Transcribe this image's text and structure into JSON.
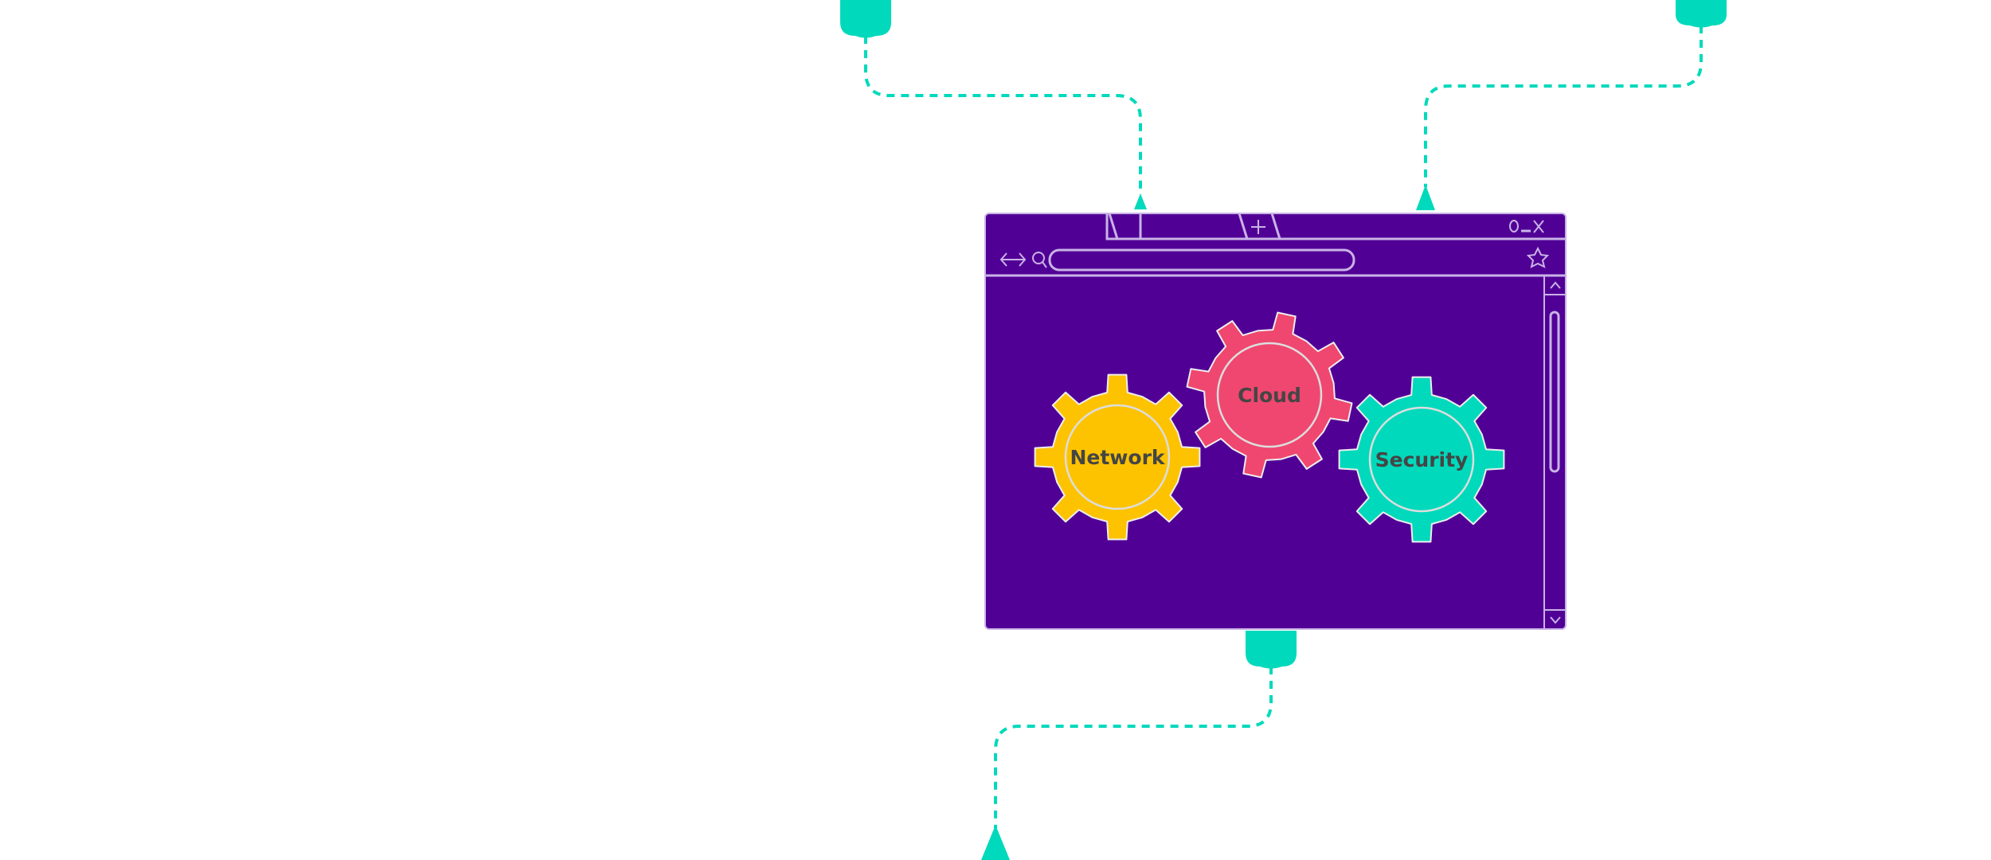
{
  "colors": {
    "teal": "#00d9bb",
    "purple": "#510096",
    "outline": "#c9b3e6",
    "network": "#fdc300",
    "cloud": "#ef476f",
    "security": "#00d9bb",
    "text": "#454545"
  },
  "gears": [
    {
      "id": "network",
      "label": "Network",
      "color": "#fdc300"
    },
    {
      "id": "cloud",
      "label": "Cloud",
      "color": "#ef476f"
    },
    {
      "id": "security",
      "label": "Security",
      "color": "#00d9bb"
    }
  ],
  "browser": {
    "icons": [
      "back-arrow-icon",
      "forward-arrow-icon",
      "search-icon",
      "star-icon",
      "new-tab-plus-icon",
      "restore-icon",
      "minimize-icon",
      "close-icon",
      "scroll-up-icon",
      "scroll-down-icon"
    ]
  }
}
